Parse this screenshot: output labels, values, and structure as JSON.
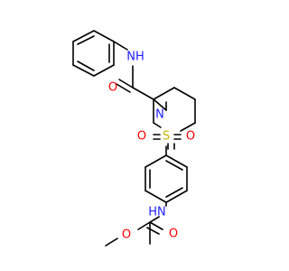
{
  "colors": {
    "background": "#ffffff",
    "bond": "#000000",
    "nitrogen": "#2020ff",
    "oxygen": "#ff0000",
    "sulfur": "#c8b400"
  },
  "atoms": {
    "nh_amide": "NH",
    "o_amide": "O",
    "n_piperidine": "N",
    "s_sulfonyl": "S",
    "o_sulfonyl_left": "O",
    "o_sulfonyl_right": "O",
    "nh_carbamate": "HN",
    "o_carbonyl": "O",
    "o_ester": "O"
  }
}
